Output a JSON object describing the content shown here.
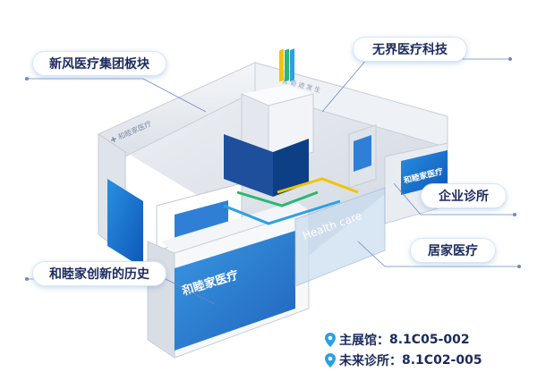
{
  "callouts": {
    "xinfeng": "新风医疗集团板块",
    "wujie": "无界医疗科技",
    "enterprise": "企业诊所",
    "home": "居家医疗",
    "history": "和睦家创新的历史"
  },
  "locations": [
    {
      "label": "主展馆：",
      "code": "8.1C05-002"
    },
    {
      "label": "未来诊所：",
      "code": "8.1C02-005"
    }
  ],
  "booth_texts": {
    "panel_main": "和睦家医疗",
    "panel_right": "和睦家医疗",
    "glass_text": "Health care",
    "wall_back": "让 奇 迹 发 生"
  },
  "colors": {
    "brand_blue": "#1565c0",
    "accent_blue": "#2aa0e8",
    "wall_grey": "#e8ecf1",
    "floor_grey": "#d9dee5",
    "callout_text": "#1b2a5e",
    "line_yellow": "#f2c400",
    "line_green": "#2bb673"
  },
  "icons": [
    "location-pin-icon"
  ]
}
